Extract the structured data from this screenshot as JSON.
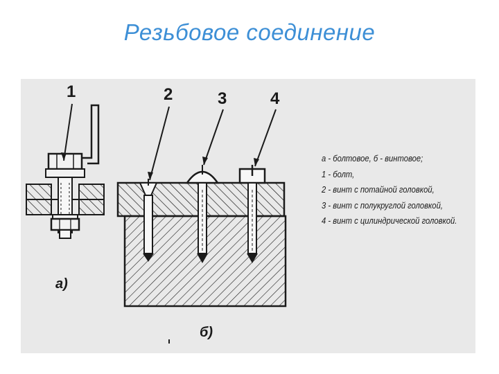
{
  "title": "Резьбовое соединение",
  "diagram": {
    "callouts": [
      "1",
      "2",
      "3",
      "4"
    ],
    "sublabels": {
      "a": "а)",
      "b": "б)"
    },
    "legend": [
      "а - болтовое, б - винтовое;",
      "1 - болт,",
      "2 - винт с потайной головкой,",
      "3 - винт с полукруглой головкой,",
      "4 - винт с цилиндрической головкой."
    ]
  },
  "colors": {
    "title": "#3d8fd6",
    "scan_background": "#e9e9e9",
    "ink": "#1a1a1a"
  }
}
